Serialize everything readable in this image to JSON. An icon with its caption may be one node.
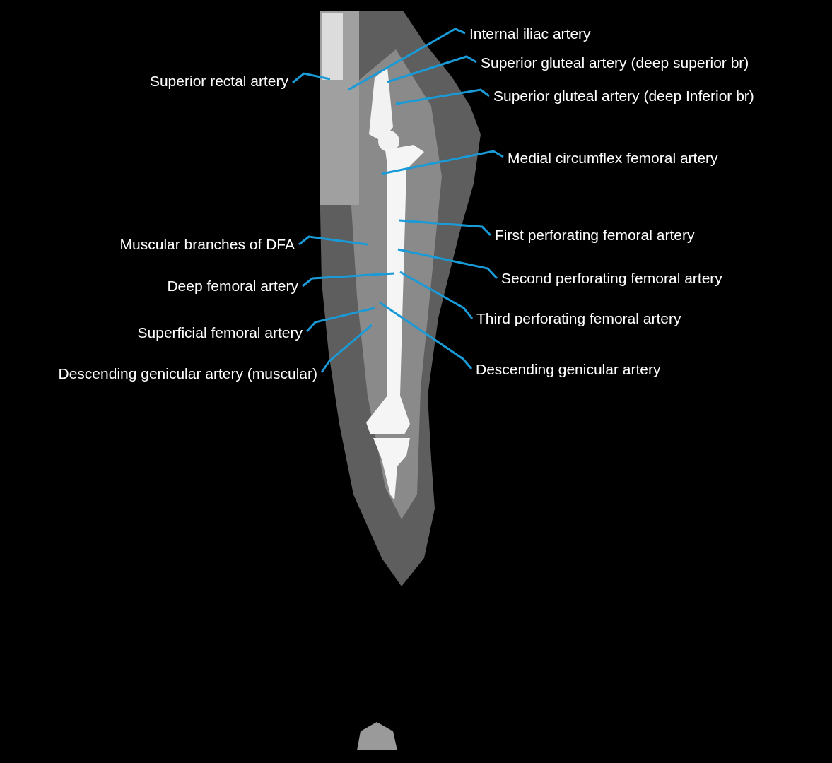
{
  "diagram": {
    "nodes": [
      {
        "text": [
          "Internal iliac artery"
        ]
      },
      {
        "text": [
          "Superior gluteal artery (deep superior br)"
        ]
      },
      {
        "text": [
          "Superior rectal artery"
        ]
      },
      {
        "text": [
          "Superior gluteal artery (deep Inferior br)"
        ]
      },
      {
        "text": [
          "Medial circumflex femoral artery"
        ]
      },
      {
        "text": [
          "First perforating femoral artery"
        ]
      },
      {
        "text": [
          "Muscular branches of DFA"
        ]
      },
      {
        "text": [
          "Second perforating femoral artery"
        ]
      },
      {
        "text": [
          "Deep femoral artery"
        ]
      },
      {
        "text": [
          "Third perforating femoral artery"
        ]
      },
      {
        "text": [
          "Superficial femoral artery"
        ]
      },
      {
        "text": [
          "Descending genicular artery"
        ]
      },
      {
        "text": [
          "Descending genicular artery (muscular)"
        ]
      }
    ],
    "edges": [
      {
        "from": 0,
        "to": null,
        "arrow": "none"
      },
      {
        "from": 1,
        "to": null,
        "arrow": "none"
      },
      {
        "from": 2,
        "to": null,
        "arrow": "none"
      },
      {
        "from": 3,
        "to": null,
        "arrow": "none"
      },
      {
        "from": 4,
        "to": null,
        "arrow": "none"
      },
      {
        "from": 5,
        "to": null,
        "arrow": "none"
      },
      {
        "from": 6,
        "to": null,
        "arrow": "none"
      },
      {
        "from": 7,
        "to": null,
        "arrow": "none"
      },
      {
        "from": 8,
        "to": null,
        "arrow": "none"
      },
      {
        "from": 9,
        "to": null,
        "arrow": "none"
      },
      {
        "from": 10,
        "to": null,
        "arrow": "none"
      },
      {
        "from": 11,
        "to": null,
        "arrow": "none"
      },
      {
        "from": 12,
        "to": null,
        "arrow": "none"
      }
    ]
  }
}
